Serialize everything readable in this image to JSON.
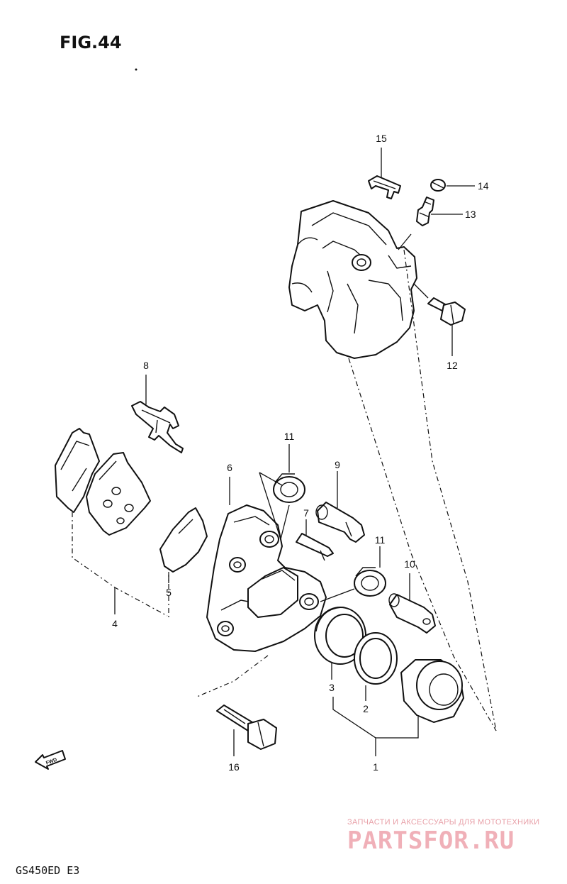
{
  "figure_title": "FIG.44",
  "model_code": "GS450ED E3",
  "fwd_label": "FWD",
  "watermark": {
    "top_text": "ЗАПЧАСТИ И АКСЕССУАРЫ ДЛЯ МОТОТЕХНИКИ",
    "main_text": "PARTSFOR.RU",
    "color": "#f0b0b8"
  },
  "callouts": [
    {
      "id": "15",
      "label": "15"
    },
    {
      "id": "14",
      "label": "14"
    },
    {
      "id": "13",
      "label": "13"
    },
    {
      "id": "12",
      "label": "12"
    },
    {
      "id": "8",
      "label": "8"
    },
    {
      "id": "11a",
      "label": "11"
    },
    {
      "id": "6",
      "label": "6"
    },
    {
      "id": "9",
      "label": "9"
    },
    {
      "id": "7",
      "label": "7"
    },
    {
      "id": "11b",
      "label": "11"
    },
    {
      "id": "10",
      "label": "10"
    },
    {
      "id": "5",
      "label": "5"
    },
    {
      "id": "4",
      "label": "4"
    },
    {
      "id": "3",
      "label": "3"
    },
    {
      "id": "2",
      "label": "2"
    },
    {
      "id": "1",
      "label": "1"
    },
    {
      "id": "16",
      "label": "16"
    }
  ]
}
